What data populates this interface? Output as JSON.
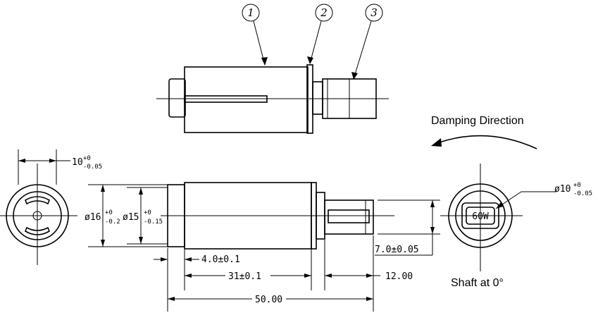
{
  "balloons": [
    "1",
    "2",
    "3"
  ],
  "labels": {
    "damping_direction": "Damping Direction",
    "shaft_angle": "Shaft at 0°"
  },
  "dimensions": {
    "width_10": "10",
    "width_10_upper": "+0",
    "width_10_lower": "-0.05",
    "dia_16": "ø16",
    "dia_16_upper": "+0",
    "dia_16_lower": "-0.2",
    "dia_15": "ø15",
    "dia_15_upper": "+0",
    "dia_15_lower": "-0.15",
    "dia_10": "ø10",
    "dia_10_upper": "+0",
    "dia_10_lower": "-0.05",
    "len_4": "4.0±0.1",
    "len_31": "31±0.1",
    "len_12": "12.00",
    "len_50": "50.00",
    "shaft_7": "7.0±0.05"
  },
  "end_view_mark": "60W"
}
